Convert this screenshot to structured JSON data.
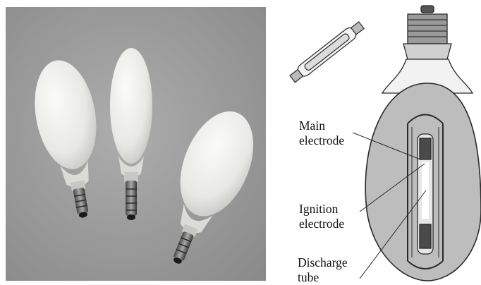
{
  "labels": {
    "main_electrode": [
      "Main",
      "electrode"
    ],
    "ignition_electrode": [
      "Ignition",
      "electrode"
    ],
    "discharge_tube": [
      "Discharge",
      "tube"
    ]
  },
  "colors": {
    "photo_background": "#9c9c9c",
    "bulb_glass": "#ececea",
    "outer_envelope_fill": "#bdbdbd",
    "diagram_lines": "#2a2a2a"
  }
}
